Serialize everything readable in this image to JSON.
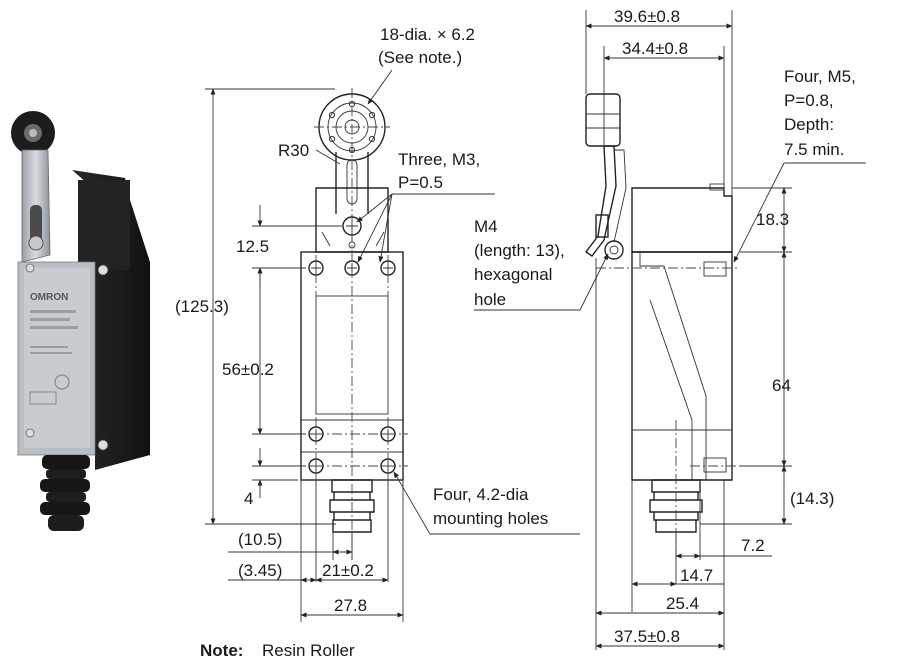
{
  "photo": {
    "brand": "OMRON"
  },
  "front_view": {
    "callouts": {
      "roller": "18-dia. × 6.2",
      "roller_note": "(See note.)",
      "radius": "R30",
      "screws_line1": "Three, M3,",
      "screws_line2": "P=0.5",
      "mounting_line1": "Four, 4.2-dia",
      "mounting_line2": "mounting holes"
    },
    "dimensions": {
      "overall_height": "(125.3)",
      "top_offset": "12.5",
      "hole_pitch_vertical": "56±0.2",
      "bottom_offset": "4",
      "left_offset_1": "(10.5)",
      "left_offset_2": "(3.45)",
      "hole_pitch_horizontal": "21±0.2",
      "body_width": "27.8"
    }
  },
  "side_view": {
    "callouts": {
      "hex_line1": "M4",
      "hex_line2": "(length: 13),",
      "hex_line3": "hexagonal",
      "hex_line4": "hole",
      "threads_line1": "Four, M5,",
      "threads_line2": "P=0.8,",
      "threads_line3": "Depth:",
      "threads_line4": "7.5 min."
    },
    "dimensions": {
      "top_width_overall": "39.6±0.8",
      "top_width_inner": "34.4±0.8",
      "top_offset": "18.3",
      "thread_pitch": "64",
      "bottom_offset": "(14.3)",
      "offset_a": "7.2",
      "offset_b": "14.7",
      "offset_c": "25.4",
      "bottom_width_overall": "37.5±0.8"
    }
  },
  "note": {
    "label": "Note:",
    "text": "Resin Roller"
  }
}
